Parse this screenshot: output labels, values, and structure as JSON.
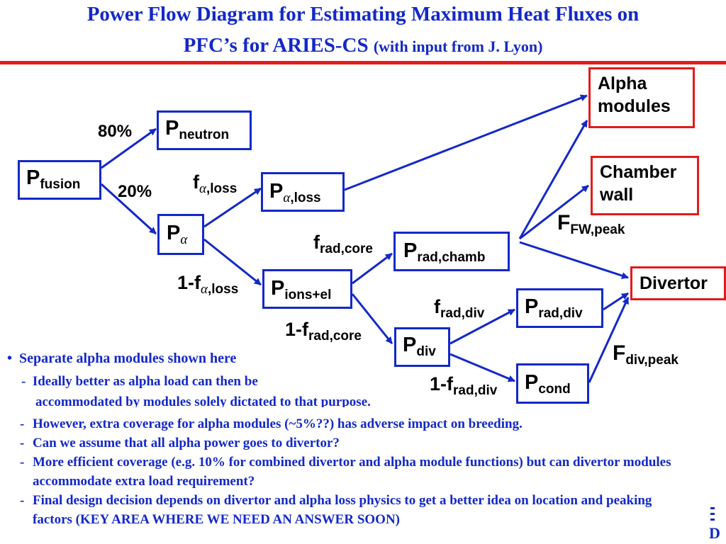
{
  "title": {
    "line1": "Power Flow Diagram for Estimating Maximum Heat Fluxes on",
    "line2_main": "PFC’s for ARIES-CS",
    "line2_small": "(with input from J. Lyon)"
  },
  "diagram": {
    "nodes": {
      "p_fusion": {
        "base": "P",
        "sub": "fusion"
      },
      "p_neutron": {
        "base": "P",
        "sub": "neutron"
      },
      "p_alpha": {
        "base": "P",
        "sub_symbol": "α"
      },
      "p_alpha_loss": {
        "base": "P",
        "sub_symbol": "α",
        "sub_text": ",loss"
      },
      "p_ions_el": {
        "base": "P",
        "sub": "ions+el"
      },
      "p_rad_chamb": {
        "base": "P",
        "sub": "rad,chamb"
      },
      "p_div": {
        "base": "P",
        "sub": "div"
      },
      "p_rad_div": {
        "base": "P",
        "sub": "rad,div"
      },
      "p_cond": {
        "base": "P",
        "sub": "cond"
      }
    },
    "targets": {
      "alpha_modules": "Alpha modules",
      "chamber_wall": "Chamber wall",
      "divertor": "Divertor"
    },
    "edge_labels": {
      "pct_80": "80%",
      "pct_20": "20%",
      "f_alpha_loss": {
        "base": "f",
        "sub_symbol": "α",
        "sub_text": ",loss"
      },
      "one_minus_f_alpha_loss": {
        "base": "1-f",
        "sub_symbol": "α",
        "sub_text": ",loss"
      },
      "f_rad_core": {
        "base": "f",
        "sub": "rad,core"
      },
      "one_minus_f_rad_core": {
        "base": "1-f",
        "sub": "rad,core"
      },
      "f_rad_div": {
        "base": "f",
        "sub": "rad,div"
      },
      "one_minus_f_rad_div": {
        "base": "1-f",
        "sub": "rad,div"
      },
      "f_fw_peak": {
        "base": "F",
        "sub": "FW,peak"
      },
      "f_div_peak": {
        "base": "F",
        "sub": "div,peak"
      }
    },
    "colors": {
      "node_border": "#1428c8",
      "target_border": "#e31b1b",
      "arrow": "#1428c8",
      "accent_bar": "#e31b1b"
    }
  },
  "notes": {
    "bullet": "•",
    "bullet_text": "Separate alpha modules shown here",
    "sub_dash": "-",
    "sub_text_line1": "Ideally better as alpha load can then be",
    "sub_text_line2": "accommodated by modules solely dictated to that purpose.",
    "items": [
      {
        "dash": "-",
        "text": "However, extra coverage for alpha modules (~5%??) has adverse impact on breeding."
      },
      {
        "dash": "-",
        "text": "Can we assume that all alpha power goes to divertor?"
      },
      {
        "dash": "-",
        "text": "More efficient coverage (e.g. 10% for combined divertor and alpha module functions) but can divertor modules accommodate extra load requirement?"
      },
      {
        "dash": "-",
        "text": "Final design decision depends on divertor and alpha loss physics to get a better idea on location and peaking factors (KEY AREA WHERE WE NEED AN ANSWER SOON)"
      }
    ]
  },
  "logo_text": "D"
}
